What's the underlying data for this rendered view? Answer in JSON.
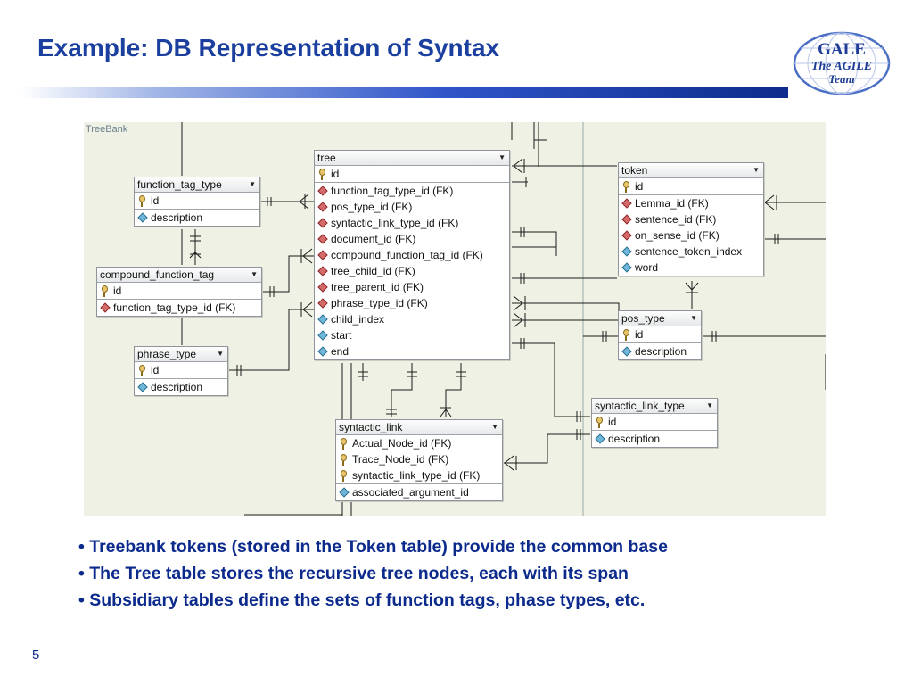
{
  "slide": {
    "title": "Example: DB Representation of Syntax",
    "page_number": "5"
  },
  "logo": {
    "line1": "GALE",
    "line2": "The AGILE",
    "line3": "Team"
  },
  "diagram": {
    "label": "TreeBank",
    "tables": {
      "tree": {
        "name": "tree",
        "rows": [
          "id",
          "function_tag_type_id (FK)",
          "pos_type_id (FK)",
          "syntactic_link_type_id (FK)",
          "document_id (FK)",
          "compound_function_tag_id (FK)",
          "tree_child_id (FK)",
          "tree_parent_id (FK)",
          "phrase_type_id (FK)",
          "child_index",
          "start",
          "end"
        ]
      },
      "token": {
        "name": "token",
        "rows": [
          "id",
          "Lemma_id (FK)",
          "sentence_id (FK)",
          "on_sense_id (FK)",
          "sentence_token_index",
          "word"
        ]
      },
      "function_tag_type": {
        "name": "function_tag_type",
        "rows": [
          "id",
          "description"
        ]
      },
      "compound_function_tag": {
        "name": "compound_function_tag",
        "rows": [
          "id",
          "function_tag_type_id (FK)"
        ]
      },
      "phrase_type": {
        "name": "phrase_type",
        "rows": [
          "id",
          "description"
        ]
      },
      "pos_type": {
        "name": "pos_type",
        "rows": [
          "id",
          "description"
        ]
      },
      "syntactic_link_type": {
        "name": "syntactic_link_type",
        "rows": [
          "id",
          "description"
        ]
      },
      "syntactic_link": {
        "name": "syntactic_link",
        "rows": [
          "Actual_Node_id (FK)",
          "Trace_Node_id (FK)",
          "syntactic_link_type_id (FK)",
          "associated_argument_id"
        ]
      }
    }
  },
  "bullets": [
    "Treebank tokens (stored in the Token table) provide the common base",
    "The Tree table stores the recursive tree nodes, each with its span",
    "Subsidiary tables define the sets of function tags, phase types, etc."
  ],
  "colors": {
    "title": "#1a3f9e",
    "bullet_text": "#0b2a8c",
    "diagram_bg": "#eef1e4"
  }
}
